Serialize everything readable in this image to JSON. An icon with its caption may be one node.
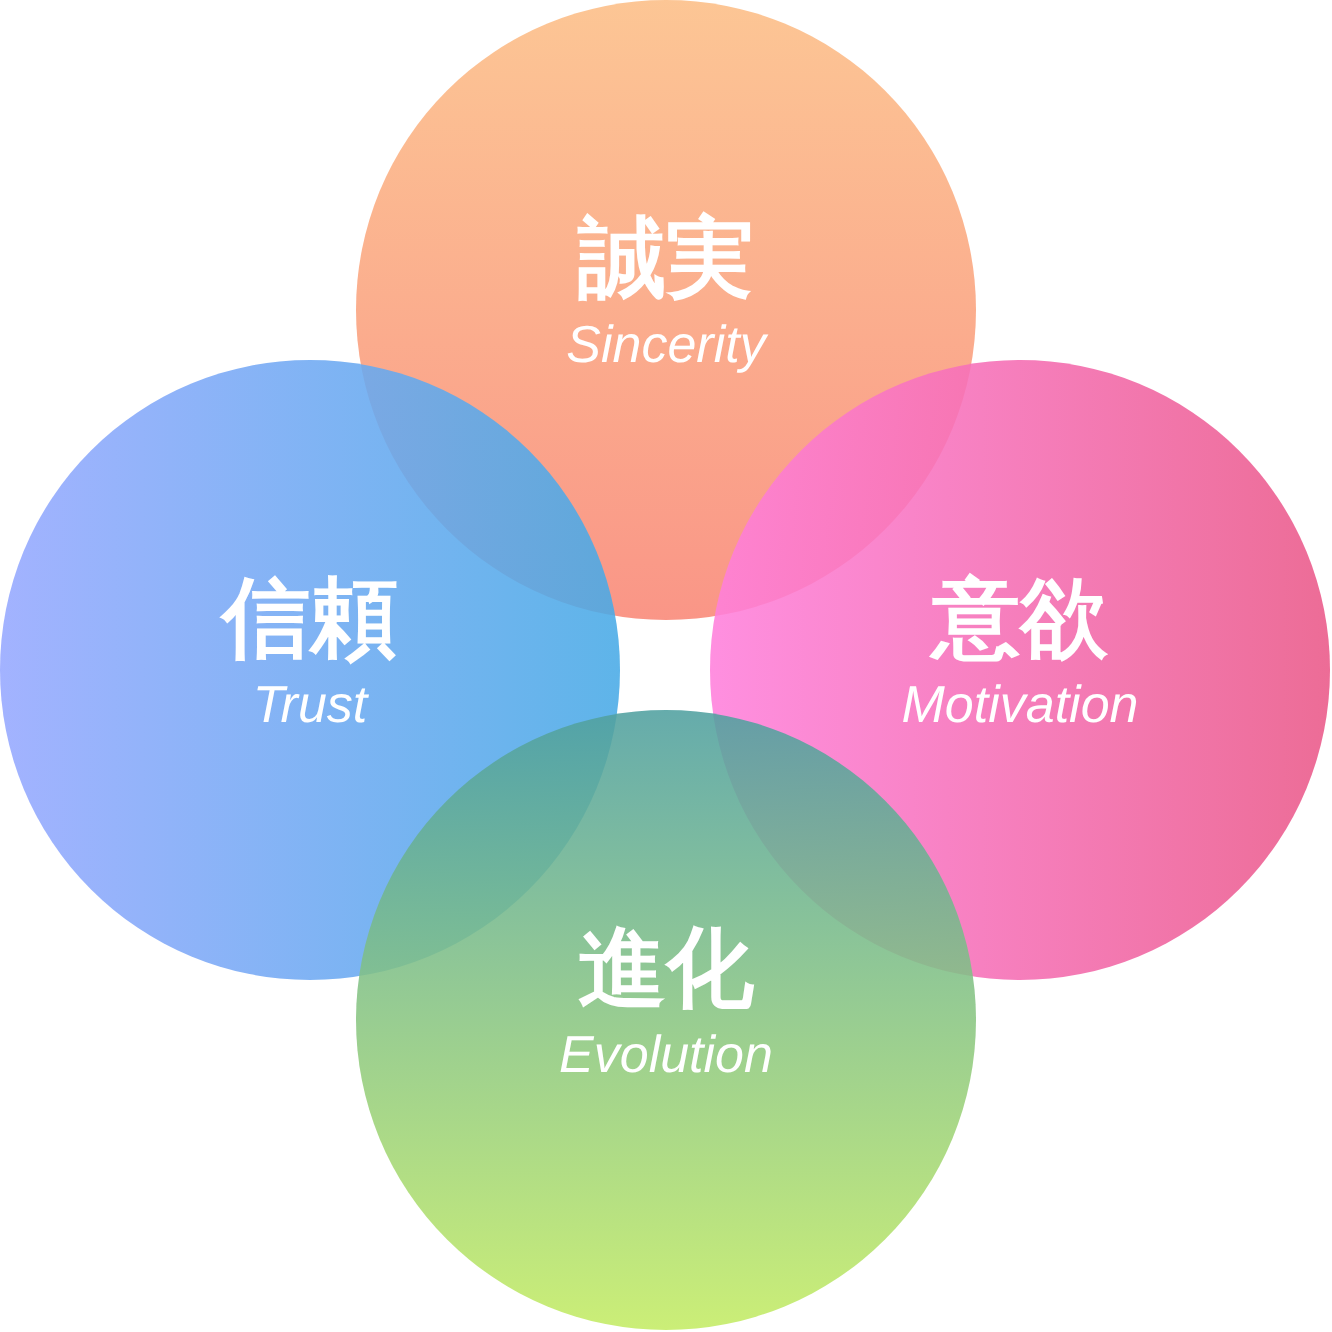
{
  "diagram": {
    "nodes": [
      {
        "text": [
          "誠実",
          "Sincerity"
        ]
      },
      {
        "text": [
          "信頼",
          "Trust"
        ]
      },
      {
        "text": [
          "意欲",
          "Motivation"
        ]
      },
      {
        "text": [
          "進化",
          "Evolution"
        ]
      }
    ]
  }
}
